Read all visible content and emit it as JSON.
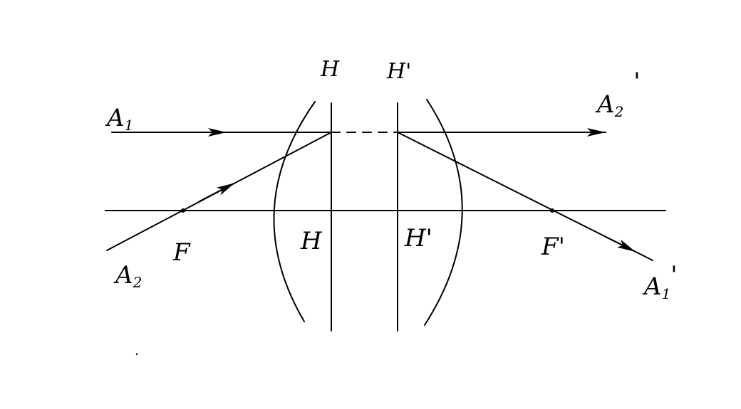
{
  "labels": {
    "principal_plane_top": "H",
    "principal_plane_prime_top": "H'",
    "principal_point": "H",
    "principal_point_prime": "H'",
    "focus_front": "F",
    "focus_back": "F'",
    "ray_a1": {
      "base": "A",
      "sub": "1"
    },
    "ray_a2": {
      "base": "A",
      "sub": "2"
    },
    "ray_a2_prime": {
      "base": "A",
      "sub": "2",
      "prime": "'"
    },
    "ray_a1_prime": {
      "base": "A",
      "sub": "1",
      "prime": "'"
    }
  }
}
